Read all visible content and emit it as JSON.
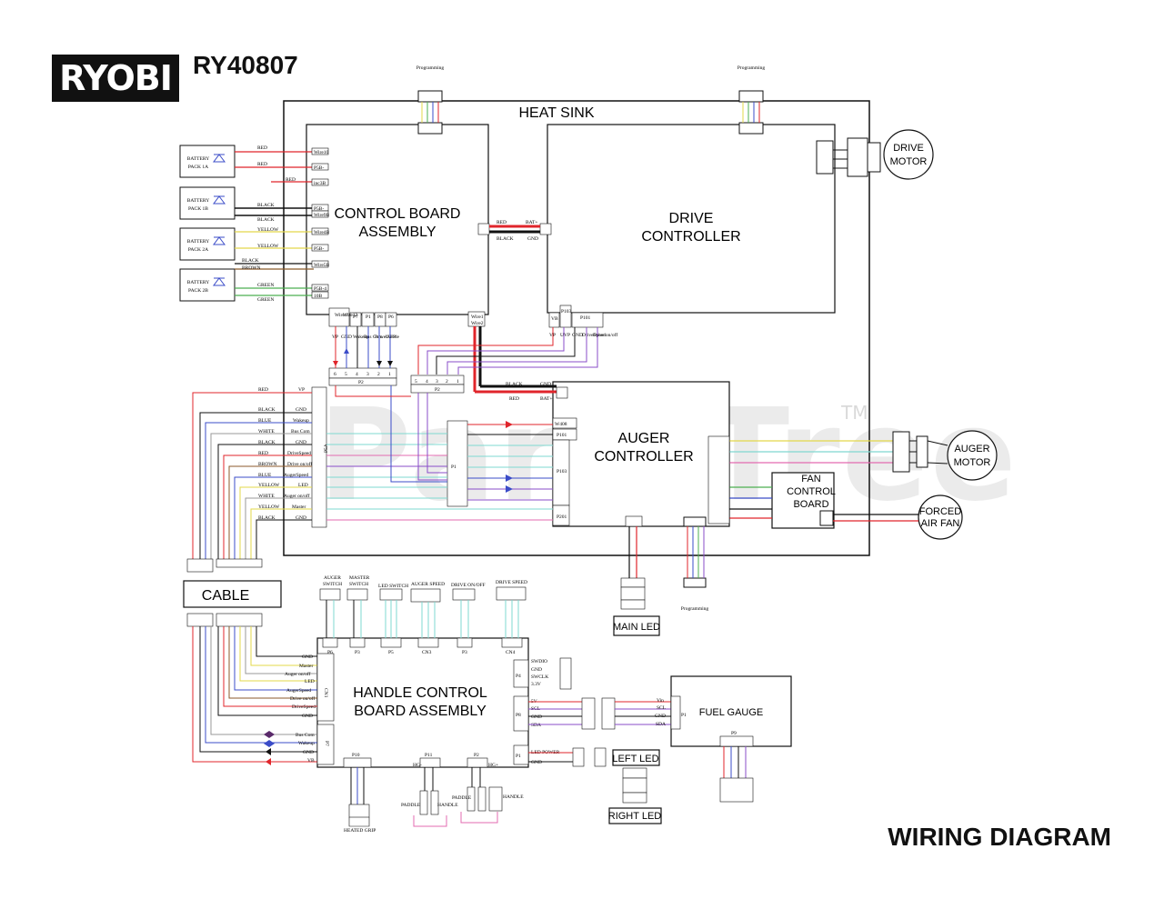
{
  "header": {
    "logo": "RYOBI",
    "model": "RY40807"
  },
  "footer": {
    "title": "WIRING DIAGRAM"
  },
  "watermark": {
    "text": "PartsTree",
    "tm": "TM"
  },
  "blocks": {
    "heat_sink": "HEAT SINK",
    "control_board_1": "CONTROL BOARD",
    "control_board_2": "ASSEMBLY",
    "drive_controller_1": "DRIVE",
    "drive_controller_2": "CONTROLLER",
    "auger_controller_1": "AUGER",
    "auger_controller_2": "CONTROLLER",
    "fan_board_1": "FAN",
    "fan_board_2": "CONTROL",
    "fan_board_3": "BOARD",
    "handle_board_1": "HANDLE CONTROL",
    "handle_board_2": "BOARD ASSEMBLY",
    "fuel_gauge": "FUEL GAUGE",
    "cable": "CABLE",
    "main_led": "MAIN LED",
    "left_led": "LEFT LED",
    "right_led": "RIGHT LED",
    "drive_motor_1": "DRIVE",
    "drive_motor_2": "MOTOR",
    "auger_motor_1": "AUGER",
    "auger_motor_2": "MOTOR",
    "forced_fan_1": "FORCED",
    "forced_fan_2": "AIR FAN",
    "programming": "Programming"
  },
  "batteries": [
    {
      "line1": "BATTERY",
      "line2": "PACK 1A"
    },
    {
      "line1": "BATTERY",
      "line2": "PACK 1B"
    },
    {
      "line1": "BATTERY",
      "line2": "PACK 2A"
    },
    {
      "line1": "BATTERY",
      "line2": "PACK 2B"
    }
  ],
  "battery_wires": [
    "RED",
    "RED",
    "RED",
    "BLACK",
    "BLACK",
    "YELLOW",
    "YELLOW",
    "BLACK",
    "BROWN",
    "GREEN",
    "GREEN"
  ],
  "control_terminals": [
    "Wire10",
    "P5B-",
    "inc3B",
    "P5B-",
    "Wire9B",
    "Wire4B",
    "P5B-",
    "Wire5B",
    "P5B-4",
    "10B"
  ],
  "control_connectors": [
    "VP",
    "Wire11",
    "GND",
    "Wire12",
    "Wakeup",
    "P7",
    "Bus Com",
    "P1",
    "PowerMode",
    "P8",
    "UVP",
    "P6",
    "Wire1",
    "Wire2"
  ],
  "p3_pins": [
    "6",
    "5",
    "4",
    "3",
    "2",
    "1"
  ],
  "p2_pins": [
    "5",
    "4",
    "3",
    "2",
    "1"
  ],
  "bus": {
    "red": "RED",
    "black": "BLACK",
    "bat_plus": "BAT+",
    "gnd": "GND"
  },
  "drive_connectors": [
    "VB",
    "P103",
    "P101",
    "VP",
    "UVP",
    "GND",
    "DriveSpeed",
    "Drive on/off"
  ],
  "auger_connectors": [
    "W408",
    "P101",
    "P103",
    "P201"
  ],
  "p5a_rows": [
    {
      "color": "RED",
      "signal": "VP"
    },
    {
      "color": "BLACK",
      "signal": "GND"
    },
    {
      "color": "BLUE",
      "signal": "Wakeup"
    },
    {
      "color": "WHITE",
      "signal": "Bus Com"
    },
    {
      "color": "BLACK",
      "signal": "GND"
    },
    {
      "color": "RED",
      "signal": "DriveSpeed"
    },
    {
      "color": "BROWN",
      "signal": "Drive on/off"
    },
    {
      "color": "BLUE",
      "signal": "AugerSpeed"
    },
    {
      "color": "YELLOW",
      "signal": "LED"
    },
    {
      "color": "WHITE",
      "signal": "Auger on/off"
    },
    {
      "color": "YELLOW",
      "signal": "Master"
    },
    {
      "color": "BLACK",
      "signal": "GND"
    }
  ],
  "p5a_label": "P5A",
  "p1_label": "P1",
  "switches": [
    {
      "line1": "AUGER",
      "line2": "SWITCH",
      "conn": "P6"
    },
    {
      "line1": "MASTER",
      "line2": "SWITCH",
      "conn": "P3"
    },
    {
      "line1": "LED SWITCH",
      "line2": "",
      "conn": "P5"
    },
    {
      "line1": "AUGER SPEED",
      "line2": "",
      "conn": "CN3"
    },
    {
      "line1": "DRIVE ON/OFF",
      "line2": "",
      "conn": "P3"
    },
    {
      "line1": "DRIVE SPEED",
      "line2": "",
      "conn": "CN4"
    }
  ],
  "handle_left": [
    "GND",
    "Master",
    "Auger on/off",
    "LED",
    "AugerSpeed",
    "Drive on/off",
    "DriveSpeed",
    "GND",
    "Bus Com",
    "Wakeup",
    "GND",
    "VB"
  ],
  "handle_right": [
    "SWDIO",
    "GND",
    "SWCLK",
    "3.3V",
    "5V",
    "SCL",
    "GND",
    "SDA",
    "LED POWER",
    "GND"
  ],
  "handle_conns": [
    "CN1",
    "P4",
    "P8",
    "P1",
    "P10",
    "P11",
    "P2",
    "P7"
  ],
  "fuel_pins": [
    "Vin",
    "SCL",
    "GND",
    "SDA",
    "P1",
    "P9"
  ],
  "bottom_labels": [
    "PADDLE",
    "HANDLE",
    "PADDLE",
    "HANDLE",
    "HEATED GRIP",
    "HG-",
    "HG+"
  ],
  "colors": {
    "red": "#e0252b",
    "black": "#111111",
    "blue": "#3b4cc8",
    "yellow": "#e3d84a",
    "green": "#4caf50",
    "brown": "#8b5a2b",
    "purple": "#8a4cc8",
    "cyan": "#7fd8d0",
    "pink": "#e36bb0"
  }
}
